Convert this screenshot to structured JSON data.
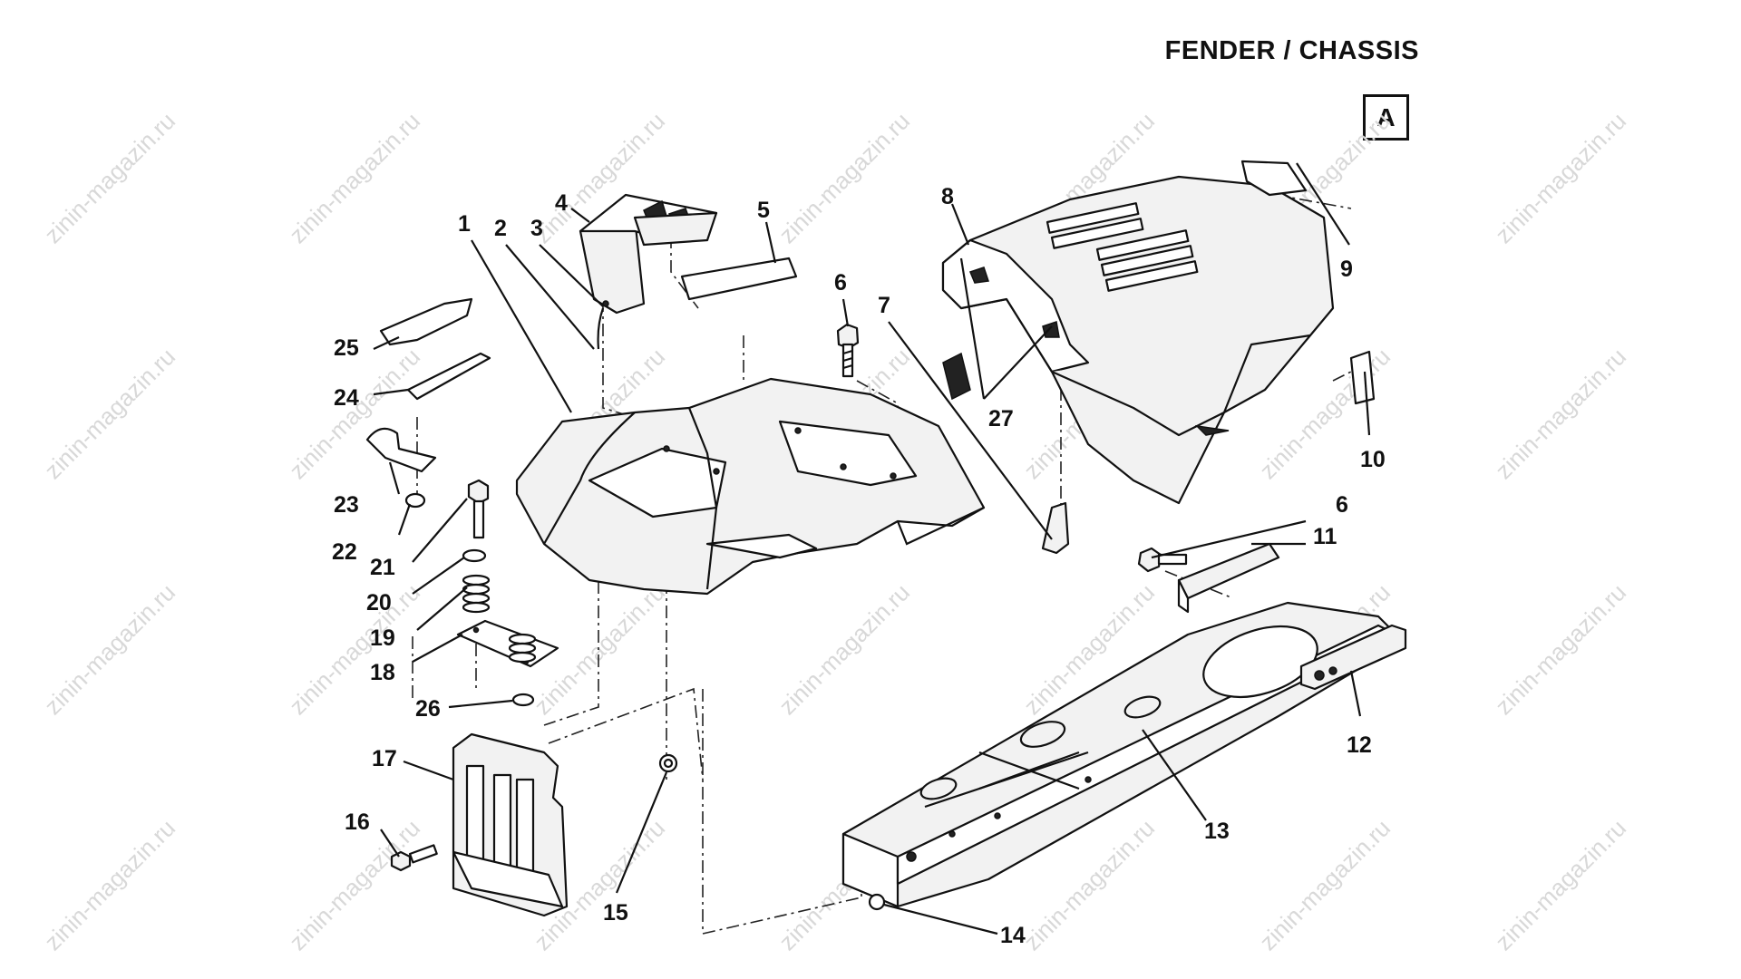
{
  "header": {
    "title": "FENDER / CHASSIS",
    "section": "A"
  },
  "watermark": "zinin-magazin.ru",
  "callouts": [
    "1",
    "2",
    "3",
    "4",
    "5",
    "6",
    "7",
    "8",
    "9",
    "10",
    "11",
    "12",
    "13",
    "14",
    "15",
    "16",
    "17",
    "18",
    "19",
    "20",
    "21",
    "22",
    "23",
    "24",
    "25",
    "26",
    "27",
    "6"
  ]
}
